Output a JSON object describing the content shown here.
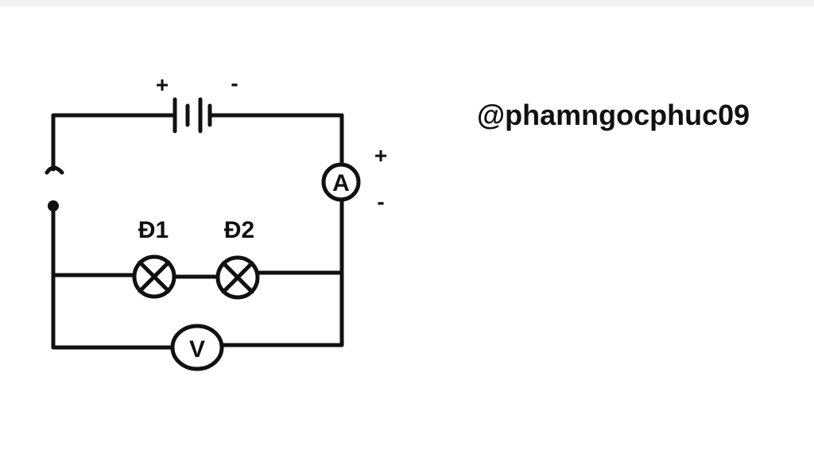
{
  "diagram": {
    "battery": {
      "plus_label": "+",
      "minus_label": "-"
    },
    "ammeter": {
      "symbol": "A",
      "plus_label": "+",
      "minus_label": "-"
    },
    "voltmeter": {
      "symbol": "V"
    },
    "lamps": [
      {
        "label": "Đ1"
      },
      {
        "label": "Đ2"
      }
    ],
    "watermark": "@phamngocphuc09",
    "colors": {
      "wire": "#111111",
      "background": "#ffffff"
    }
  }
}
